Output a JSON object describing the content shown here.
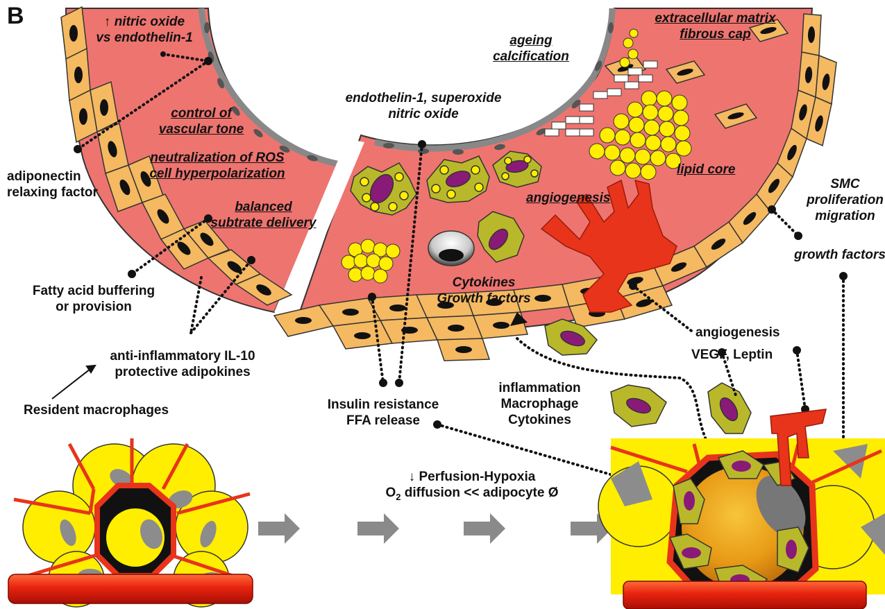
{
  "panel_label": "B",
  "labels": {
    "no_line1": "↑ nitric oxide",
    "no_line2": "vs endothelin-1",
    "control_line1": "control of",
    "control_line2": "vascular tone",
    "ros_line1": "neutralization of ROS",
    "ros_line2": "cell hyperpolarization",
    "balanced_line1": "balanced",
    "balanced_line2": "subtrate delivery",
    "adiponectin_line1": "adiponectin",
    "adiponectin_line2": "relaxing factor",
    "fatty_line1": "Fatty acid buffering",
    "fatty_line2": "or provision",
    "il10_line1": "anti-inflammatory IL-10",
    "il10_line2": "protective adipokines",
    "resident": "Resident macrophages",
    "endothelin_line1": "endothelin-1, superoxide",
    "endothelin_line2": "nitric oxide",
    "ageing": "ageing",
    "calcification": "calcification",
    "ecm": "extracellular matrix",
    "fibrous_cap": "fibrous cap",
    "lipid_core": "lipid core",
    "angiogenesis_plaque": "angiogenesis",
    "cytokines": "Cytokines",
    "growth_factors_center": "Growth factors",
    "smc_line1": "SMC",
    "smc_line2": "proliferation",
    "smc_line3": "migration",
    "growth_factors_right": "growth factors",
    "angiogenesis_right": "angiogenesis",
    "vegf": "VEGF, Leptin",
    "inflammation": "inflammation",
    "macrophage": "Macrophage",
    "cytokines2": "Cytokines",
    "insulin": "Insulin resistance",
    "ffa": "FFA release",
    "perfusion": "↓ Perfusion-Hypoxia",
    "o2_prefix": "O",
    "o2_sub": "2",
    "o2_suffix": " diffusion << adipocyte Ø"
  },
  "colors": {
    "vessel_lumen": "#ee7470",
    "smc_fill": "#f5b961",
    "lipid": "#ffee00",
    "vessel_red": "#e8341b",
    "macrophage": "#b9b82a",
    "nucleus": "#8a1a78",
    "arrow_gray": "#8a8a8a"
  }
}
